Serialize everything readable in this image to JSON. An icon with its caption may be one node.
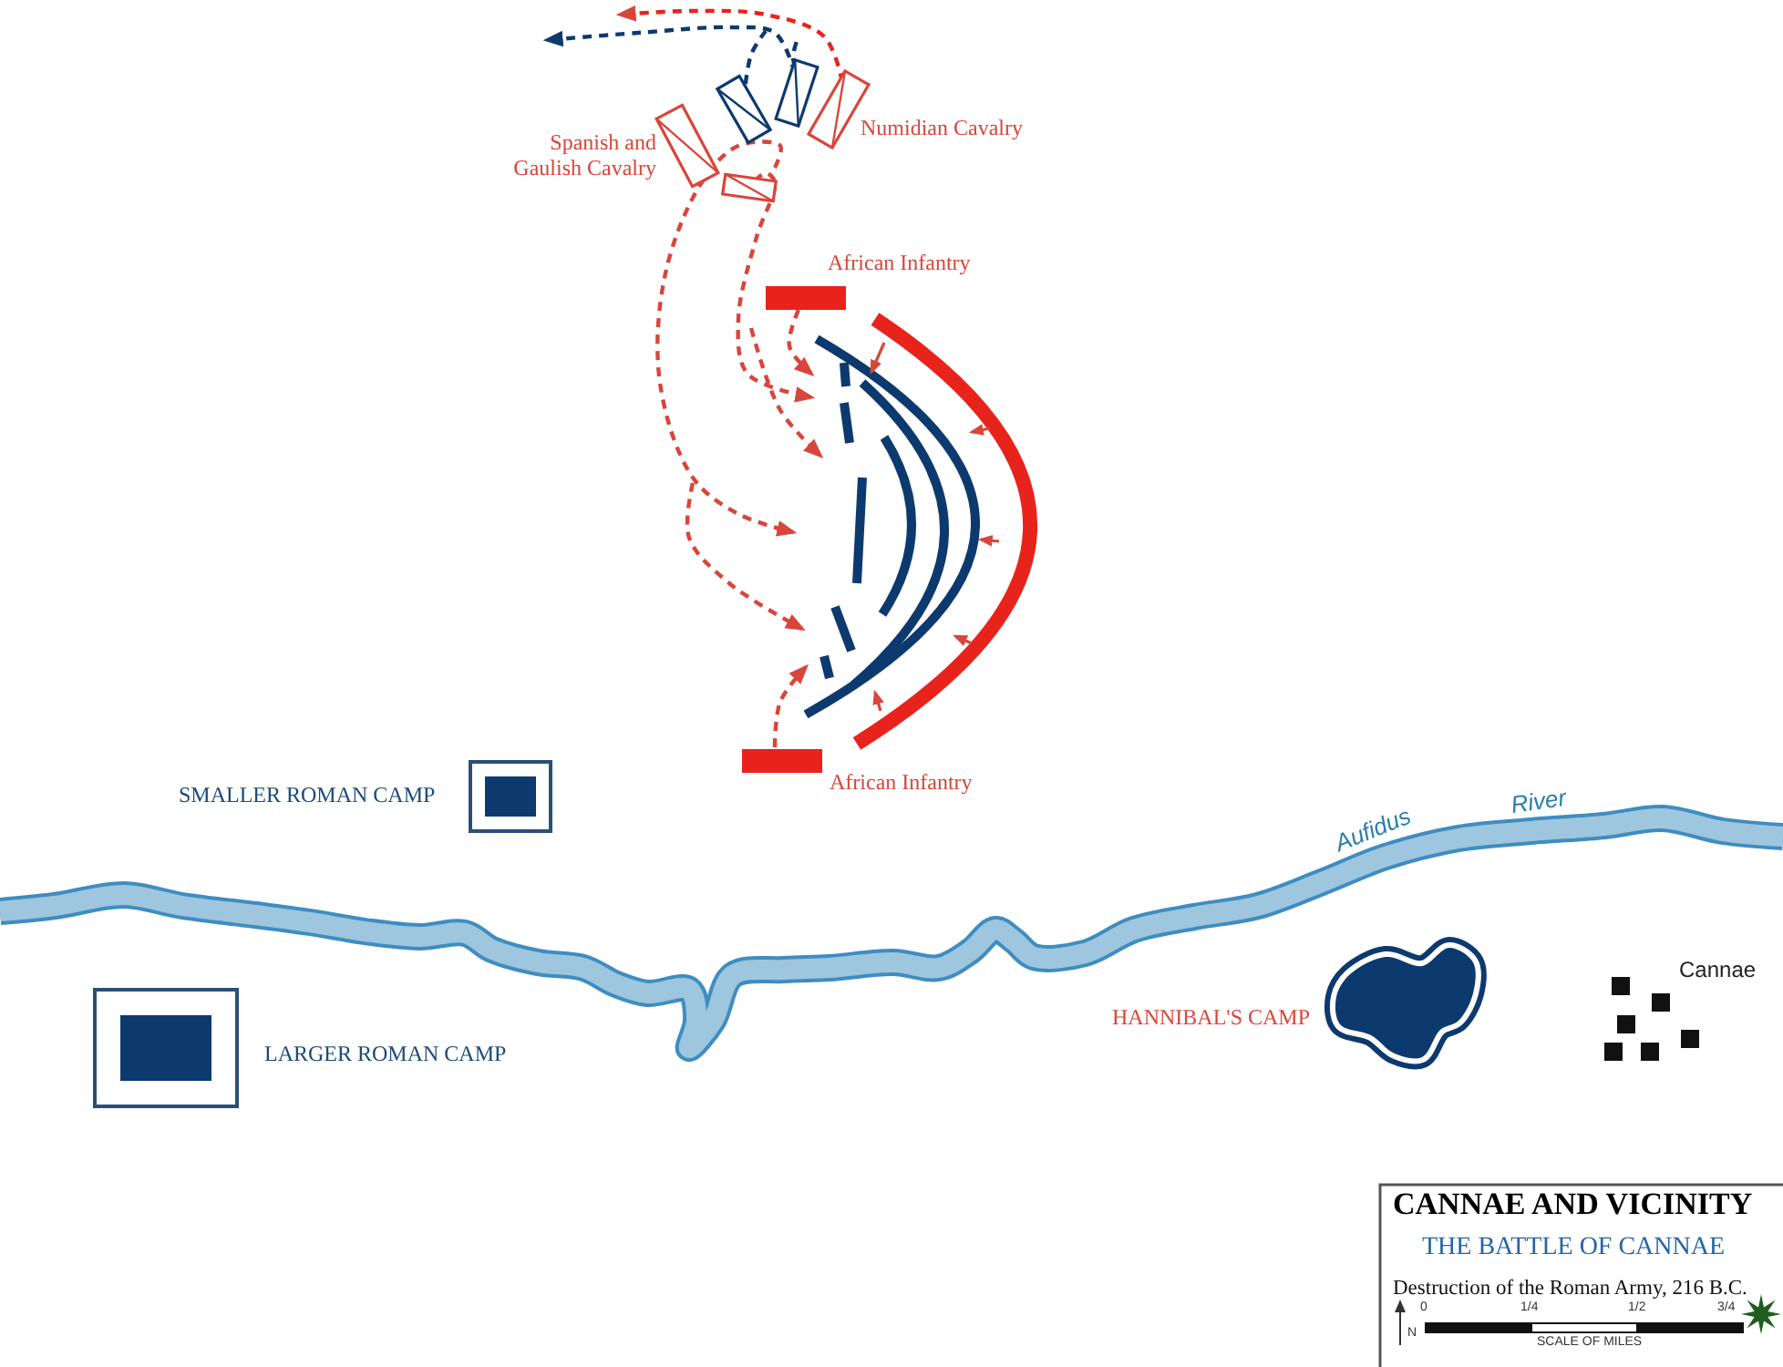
{
  "diagram": {
    "title": "CANNAE AND VICINITY",
    "labels": [
      "Spanish and Gaulish Cavalry",
      "Numidian Cavalry",
      "African Infantry",
      "SMALLER ROMAN CAMP",
      "African Infantry",
      "Aufidus",
      "River",
      "Cannae",
      "HANNIBAL'S CAMP",
      "LARGER ROMAN CAMP",
      "THE BATTLE OF CANNAE",
      "Destruction of the Roman Army, 216 B.C.",
      "0",
      "1/4",
      "1/2",
      "3/4",
      "SCALE OF MILES",
      "N"
    ]
  }
}
